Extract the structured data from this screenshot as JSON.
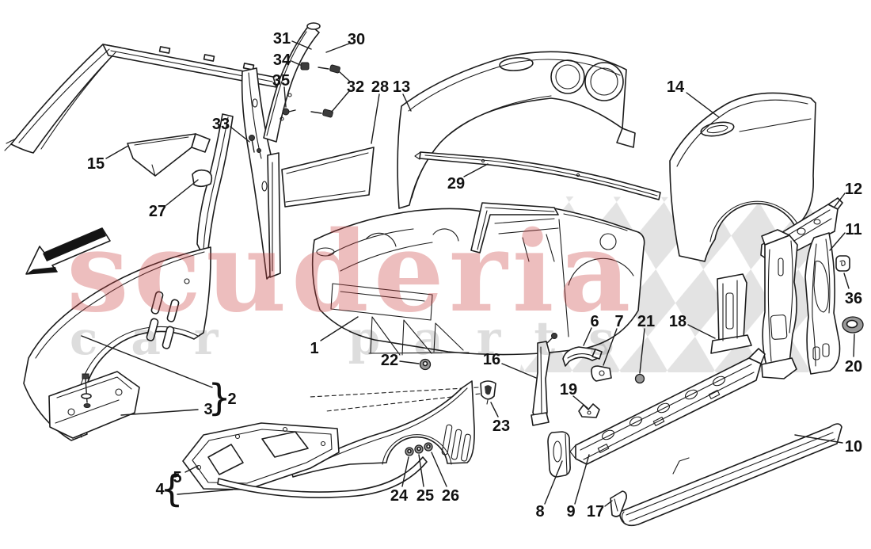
{
  "diagram": {
    "title_hidden": "",
    "watermark": {
      "line1": "scuderia",
      "line2": "car parts"
    },
    "colors": {
      "watermark_pink": "#cc4444",
      "watermark_gray": "#9a9a9a",
      "checker": "#e3e3e3",
      "line": "#1c1c1c",
      "background": "#ffffff"
    },
    "groups": {
      "group_2_brace": "}",
      "group_4_brace": "{"
    },
    "callouts": [
      {
        "label": "1"
      },
      {
        "label": "2"
      },
      {
        "label": "3"
      },
      {
        "label": "4"
      },
      {
        "label": "5"
      },
      {
        "label": "6"
      },
      {
        "label": "7"
      },
      {
        "label": "8"
      },
      {
        "label": "9"
      },
      {
        "label": "10"
      },
      {
        "label": "11"
      },
      {
        "label": "12"
      },
      {
        "label": "13"
      },
      {
        "label": "14"
      },
      {
        "label": "15"
      },
      {
        "label": "16"
      },
      {
        "label": "17"
      },
      {
        "label": "18"
      },
      {
        "label": "19"
      },
      {
        "label": "20"
      },
      {
        "label": "21"
      },
      {
        "label": "22"
      },
      {
        "label": "23"
      },
      {
        "label": "24"
      },
      {
        "label": "25"
      },
      {
        "label": "26"
      },
      {
        "label": "27"
      },
      {
        "label": "28"
      },
      {
        "label": "29"
      },
      {
        "label": "30"
      },
      {
        "label": "31"
      },
      {
        "label": "32"
      },
      {
        "label": "33"
      },
      {
        "label": "34"
      },
      {
        "label": "35"
      },
      {
        "label": "36"
      }
    ]
  }
}
